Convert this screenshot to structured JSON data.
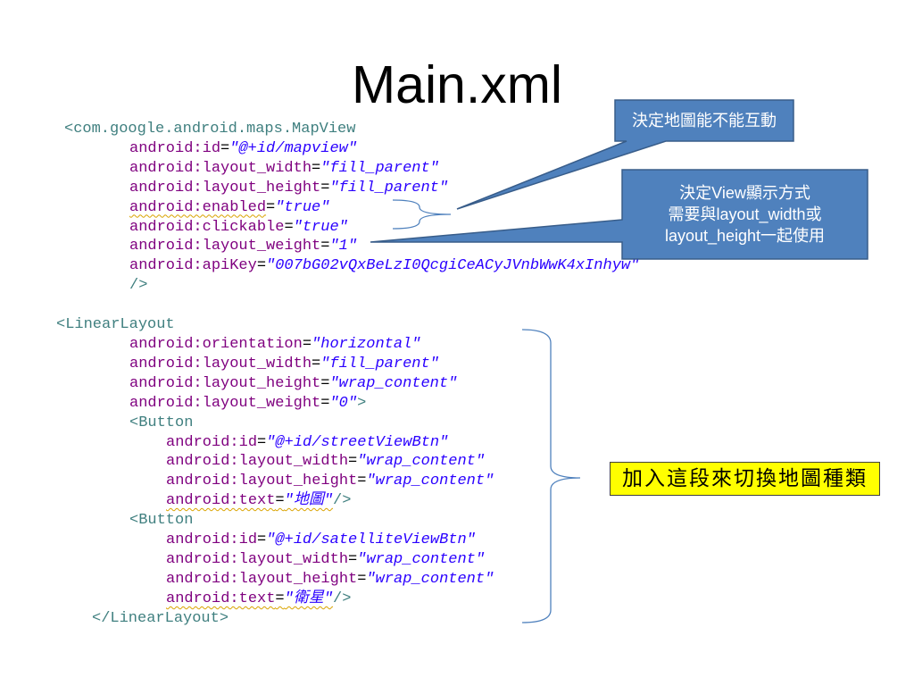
{
  "slide": {
    "title": "Main.xml"
  },
  "code": {
    "mapview": [
      {
        "tag": "<com.google.android.maps.MapView"
      },
      {
        "attr": "android:id",
        "eq": "=",
        "value": "\"@+id/mapview\""
      },
      {
        "attr": "android:layout_width",
        "eq": "=",
        "value": "\"fill_parent\""
      },
      {
        "attr": "android:layout_height",
        "eq": "=",
        "value": "\"fill_parent\""
      },
      {
        "attr": "android:enabled",
        "eq": "=",
        "value": "\"true\""
      },
      {
        "attr": "android:clickable",
        "eq": "=",
        "value": "\"true\""
      },
      {
        "attr": "android:layout_weight",
        "eq": "=",
        "value": "\"1\""
      },
      {
        "attr": "android:apiKey",
        "eq": "=",
        "value": "\"007bG02vQxBeLzI0QcgiCeACyJVnbWwK4xInhyw\""
      },
      {
        "tag": "/>"
      }
    ],
    "linear_layout": [
      {
        "tag": "<LinearLayout"
      },
      {
        "attr": "android:orientation",
        "eq": "=",
        "value": "\"horizontal\""
      },
      {
        "attr": "android:layout_width",
        "eq": "=",
        "value": "\"fill_parent\""
      },
      {
        "attr": "android:layout_height",
        "eq": "=",
        "value": "\"wrap_content\""
      },
      {
        "attr": "android:layout_weight",
        "eq": "=",
        "value": "\"0\"",
        "end": ">"
      },
      {
        "tag": "<Button"
      },
      {
        "attr": "android:id",
        "eq": "=",
        "value": "\"@+id/streetViewBtn\""
      },
      {
        "attr": "android:layout_width",
        "eq": "=",
        "value": "\"wrap_content\""
      },
      {
        "attr": "android:layout_height",
        "eq": "=",
        "value": "\"wrap_content\""
      },
      {
        "attr": "android:text",
        "eq": "=",
        "value": "\"地圖\"",
        "end": "/>"
      },
      {
        "tag": "<Button"
      },
      {
        "attr": "android:id",
        "eq": "=",
        "value": "\"@+id/satelliteViewBtn\""
      },
      {
        "attr": "android:layout_width",
        "eq": "=",
        "value": "\"wrap_content\""
      },
      {
        "attr": "android:layout_height",
        "eq": "=",
        "value": "\"wrap_content\""
      },
      {
        "attr": "android:text",
        "eq": "=",
        "value": "\"衛星\"",
        "end": "/>"
      },
      {
        "tag": "</LinearLayout>"
      }
    ]
  },
  "callouts": {
    "map_interaction": {
      "text": "決定地圖能不能互動"
    },
    "view_weight": {
      "lines": [
        "決定View顯示方式",
        "需要與layout_width或",
        "layout_height一起使用"
      ]
    },
    "switch_map_type": {
      "text": "加入這段來切換地圖種類"
    }
  },
  "colors": {
    "tag": "#3F7F7F",
    "attribute": "#7F007F",
    "value": "#2A00FF",
    "callout_fill": "#4F81BD",
    "callout_border": "#385D8A",
    "note_fill": "#FFFF00",
    "brace": "#4F81BD"
  }
}
